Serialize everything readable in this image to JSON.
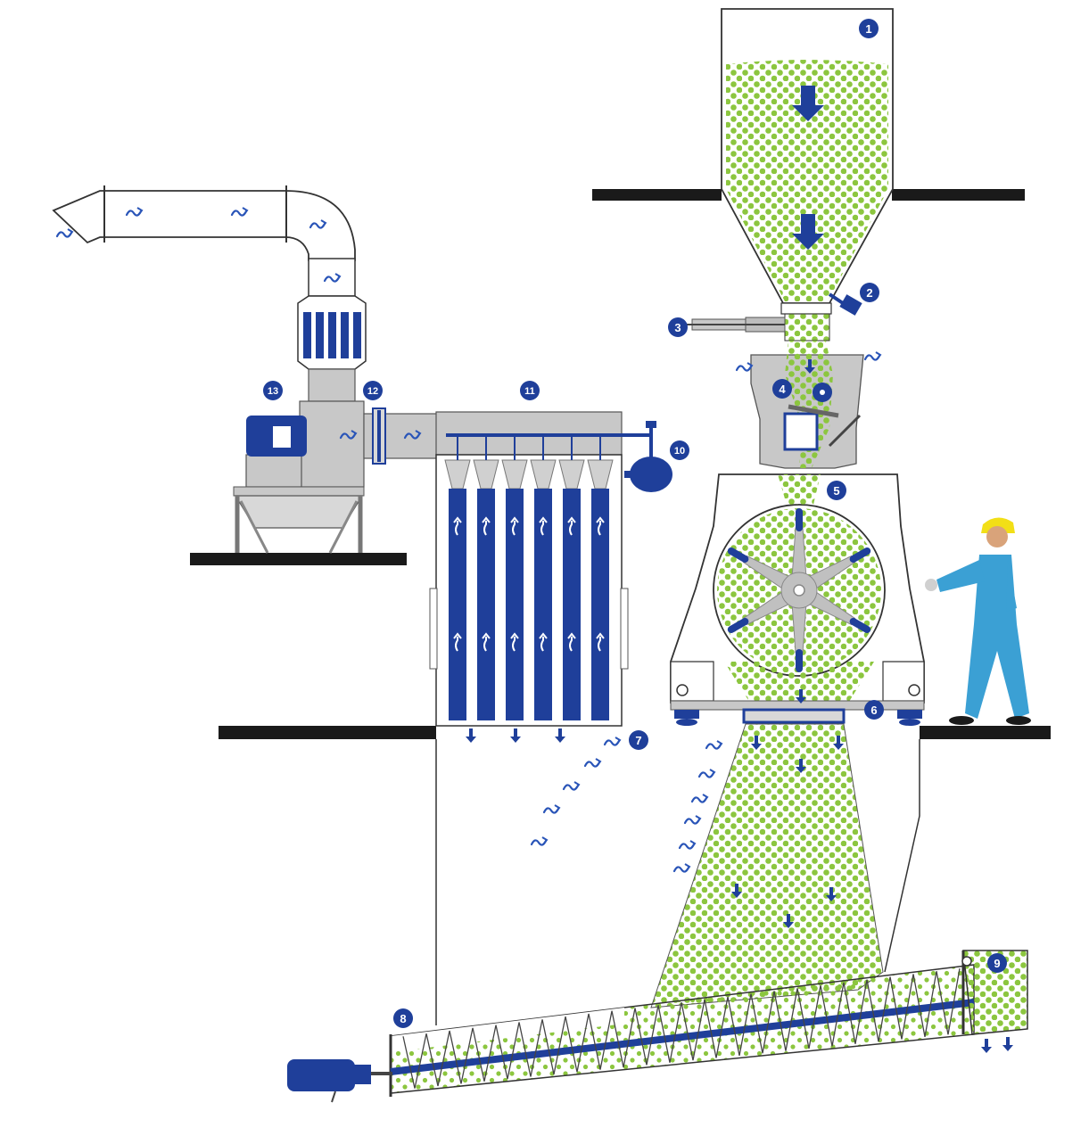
{
  "colors": {
    "blue": "#1f3f9a",
    "blue_dark": "#13307a",
    "green": "#8cc63f",
    "gray": "#c4c4c4",
    "gray_dark": "#8f8f8f",
    "floor": "#1a1a1a",
    "air": "#2a55b8"
  },
  "callouts": [
    {
      "id": "c1",
      "number": "1",
      "component": "feed-hopper"
    },
    {
      "id": "c2",
      "number": "2",
      "component": "level-sensor"
    },
    {
      "id": "c3",
      "number": "3",
      "component": "slide-gate"
    },
    {
      "id": "c4",
      "number": "4",
      "component": "feed-roller"
    },
    {
      "id": "c5",
      "number": "5",
      "component": "hammer-mill"
    },
    {
      "id": "c6",
      "number": "6",
      "component": "discharge-outlet"
    },
    {
      "id": "c7",
      "number": "7",
      "component": "air-intake"
    },
    {
      "id": "c8",
      "number": "8",
      "component": "screw-conveyor"
    },
    {
      "id": "c9",
      "number": "9",
      "component": "conveyor-discharge"
    },
    {
      "id": "c10",
      "number": "10",
      "component": "pulse-air-tank"
    },
    {
      "id": "c11",
      "number": "11",
      "component": "bag-filter"
    },
    {
      "id": "c12",
      "number": "12",
      "component": "damper"
    },
    {
      "id": "c13",
      "number": "13",
      "component": "suction-fan"
    }
  ]
}
